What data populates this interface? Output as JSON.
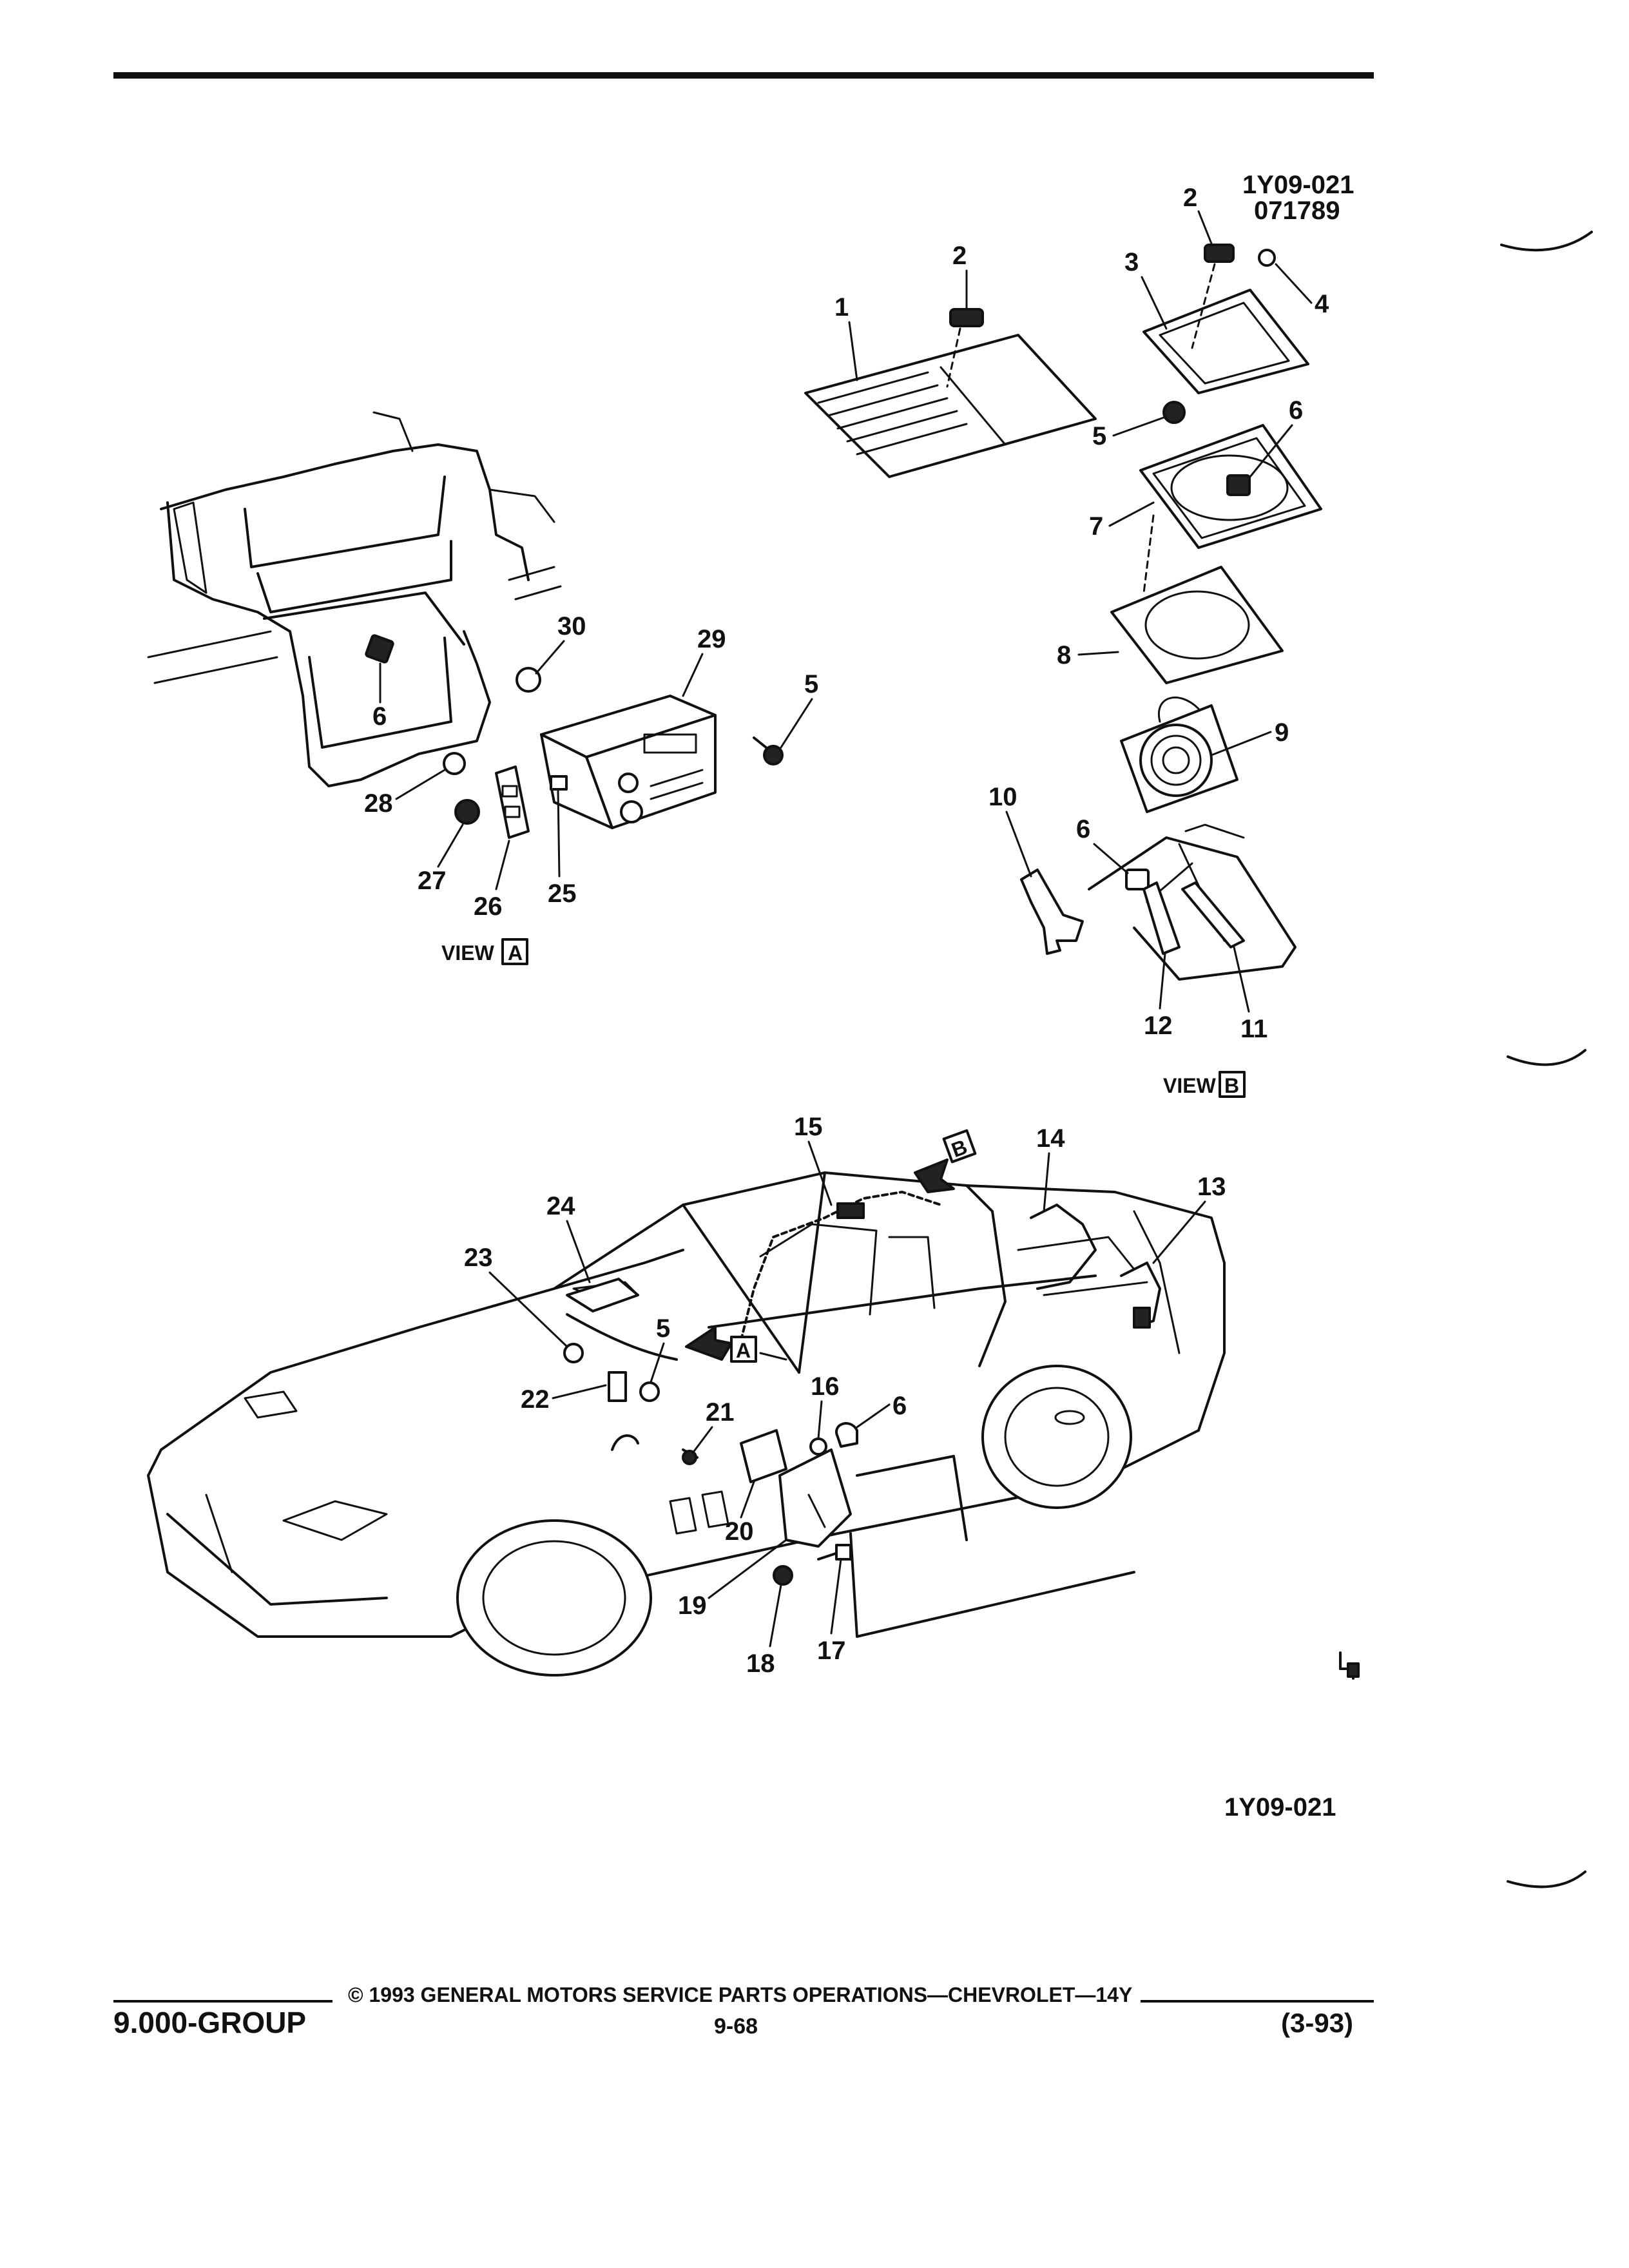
{
  "header": {
    "code_top": "1Y09-021",
    "code_date": "071789"
  },
  "callouts": [
    "1",
    "2",
    "2",
    "3",
    "4",
    "5",
    "6",
    "7",
    "8",
    "9",
    "10",
    "6",
    "12",
    "11",
    "30",
    "29",
    "5",
    "6",
    "28",
    "27",
    "26",
    "25",
    "15",
    "14",
    "13",
    "24",
    "23",
    "5",
    "22",
    "21",
    "16",
    "6",
    "20",
    "19",
    "18",
    "17"
  ],
  "views": {
    "view_a": "VIEW",
    "view_a_box": "A",
    "view_b": "VIEW",
    "view_b_box": "B",
    "arrow_a": "A",
    "arrow_b": "B"
  },
  "figure_code": "1Y09-021",
  "footer": {
    "copyright": "© 1993 GENERAL MOTORS SERVICE PARTS OPERATIONS—CHEVROLET—14Y",
    "group": "9.000-GROUP",
    "page": "9-68",
    "date": "(3-93)"
  }
}
